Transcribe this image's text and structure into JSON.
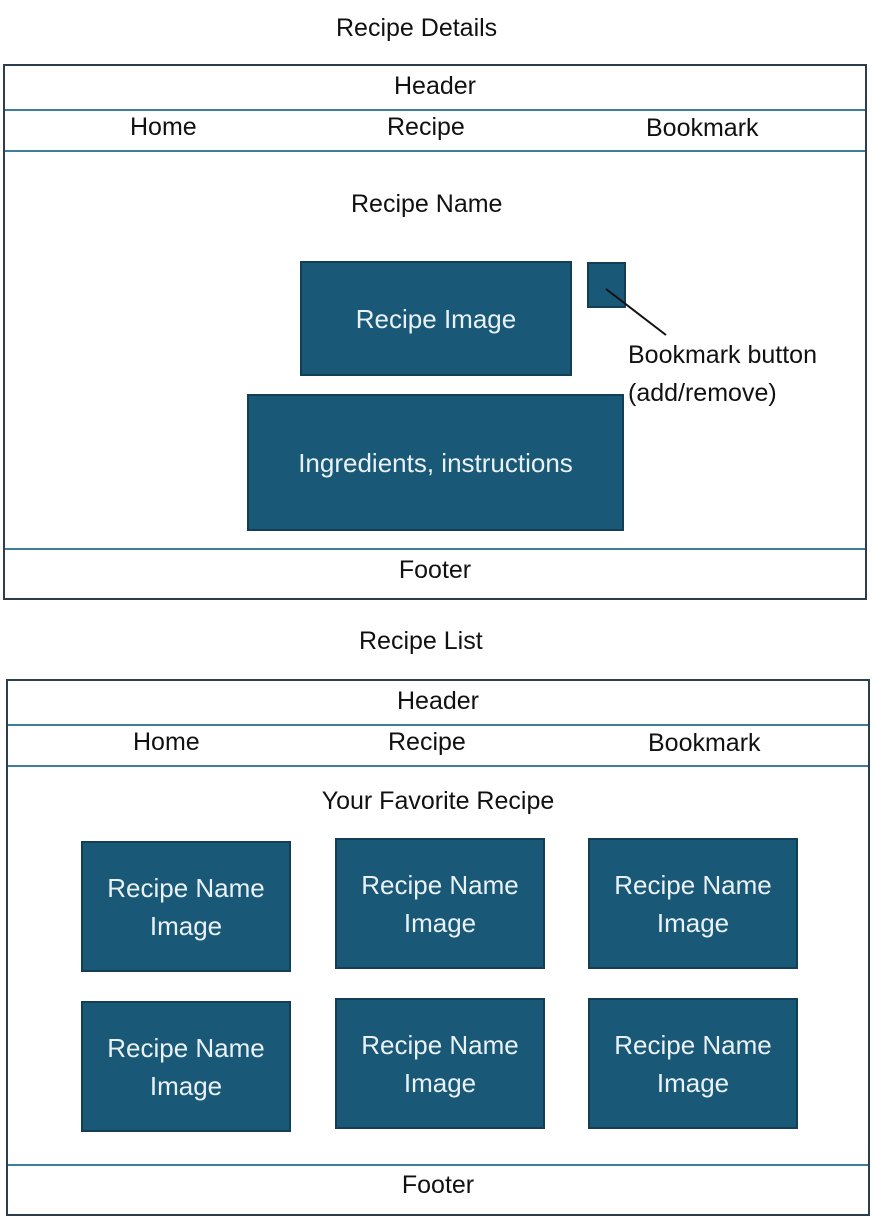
{
  "details": {
    "title": "Recipe Details",
    "header": "Header",
    "nav": [
      "Home",
      "Recipe",
      "Bookmark"
    ],
    "recipe_name": "Recipe Name",
    "recipe_image": "Recipe Image",
    "ingredients": "Ingredients, instructions",
    "bookmark_callout_line1": "Bookmark button",
    "bookmark_callout_line2": "(add/remove)",
    "footer": "Footer"
  },
  "list": {
    "title": "Recipe List",
    "header": "Header",
    "nav": [
      "Home",
      "Recipe",
      "Bookmark"
    ],
    "subtitle": "Your Favorite Recipe",
    "cards": [
      {
        "line1": "Recipe Name",
        "line2": "Image"
      },
      {
        "line1": "Recipe Name",
        "line2": "Image"
      },
      {
        "line1": "Recipe Name",
        "line2": "Image"
      },
      {
        "line1": "Recipe Name",
        "line2": "Image"
      },
      {
        "line1": "Recipe Name",
        "line2": "Image"
      },
      {
        "line1": "Recipe Name",
        "line2": "Image"
      }
    ],
    "footer": "Footer"
  },
  "colors": {
    "box_fill": "#195977",
    "box_text": "#e9f1f5",
    "divider": "#3e7e9c",
    "frame_border": "#2c3e4c"
  }
}
